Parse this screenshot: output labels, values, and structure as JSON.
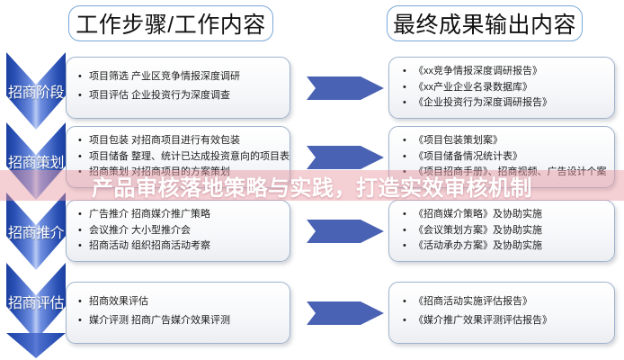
{
  "headers": {
    "left": "工作步骤/工作内容",
    "right": "最终成果输出内容"
  },
  "stages": [
    {
      "label": "招商阶段",
      "steps": [
        "项目筛选 产业区竞争情报深度调研",
        "项目评估 企业投资行为深度调查"
      ],
      "outputs": [
        "《xx竞争情报深度调研报告》",
        "《xx产业企业名录数据库》",
        "《企业投资行为深度调研报告》"
      ]
    },
    {
      "label": "招商策划",
      "steps": [
        "项目包装 对招商项目进行有效包装",
        "项目储备 整理、统计已达成投资意向的项目表",
        "招商策划 对招商项目的方案策划"
      ],
      "outputs": [
        "《项目包装策划案》",
        "《项目储备情况统计表》",
        "《项目招商手册》、招商视频、广告设计个案"
      ]
    },
    {
      "label": "招商推介",
      "steps": [
        "广告推介 招商媒介推广策略",
        "会议推介 大小型推介会",
        "招商活动 组织招商活动考察"
      ],
      "outputs": [
        "《招商媒介策略》及协助实施",
        "《会议策划方案》及协助实施",
        "《活动承办方案》及协助实施"
      ]
    },
    {
      "label": "招商评估",
      "steps": [
        "招商效果评估",
        "媒介评测 招商广告媒介效果评测"
      ],
      "outputs": [
        "《招商活动实施评估报告》",
        "《媒介推广效果评测评估报告》"
      ]
    }
  ],
  "overlay": {
    "banner_text": "产品审核落地策略与实践，打造实效审核机制"
  },
  "colors": {
    "chevron_dark": "#1b3fa0",
    "chevron_light": "#b9c9f2",
    "arrow": "#4a62b4",
    "header_border": "#7aa8d8",
    "box_border": "#9fb3cd",
    "banner_pink": "rgba(230,150,160,.46)"
  }
}
